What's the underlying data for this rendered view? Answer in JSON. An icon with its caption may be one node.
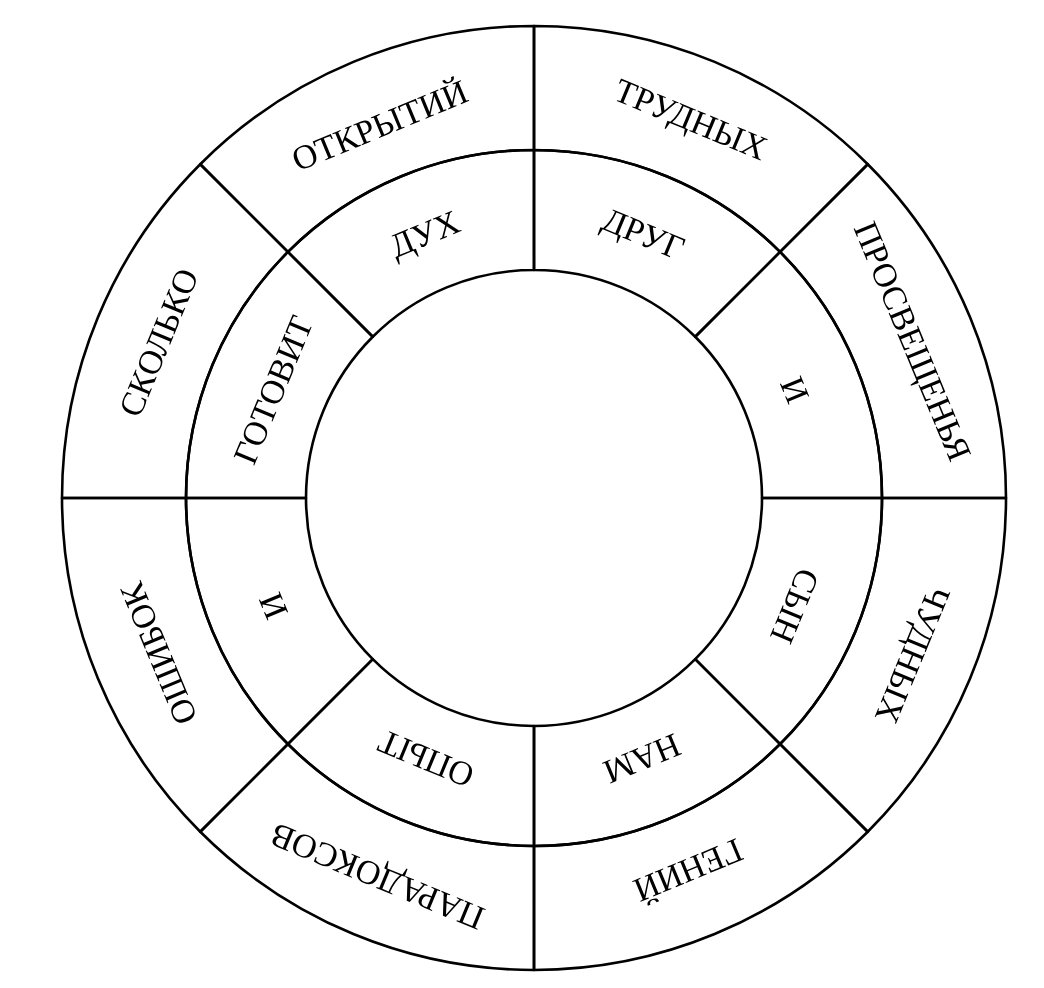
{
  "diagram": {
    "nodes": [
      {
        "text": [
          "ОТКРЫТИЙ"
        ]
      },
      {
        "text": [
          "ТРУДНЫХ"
        ]
      },
      {
        "text": [
          "ПРОСВЕЩЕНЬЯ"
        ]
      },
      {
        "text": [
          "ЧУДНЫХ"
        ]
      },
      {
        "text": [
          "ГЕНИЙ"
        ]
      },
      {
        "text": [
          "ПАРАДОКСОВ"
        ]
      },
      {
        "text": [
          "ОШИБОК"
        ]
      },
      {
        "text": [
          "СКОЛЬКО"
        ]
      },
      {
        "text": [
          "ДУХ"
        ]
      },
      {
        "text": [
          "ДРУГ"
        ]
      },
      {
        "text": [
          "И"
        ]
      },
      {
        "text": [
          "СЫН"
        ]
      },
      {
        "text": [
          "НАМ"
        ]
      },
      {
        "text": [
          "ОПЫТ"
        ]
      },
      {
        "text": [
          "И"
        ]
      },
      {
        "text": [
          "ГОТОВИТ"
        ]
      }
    ]
  }
}
